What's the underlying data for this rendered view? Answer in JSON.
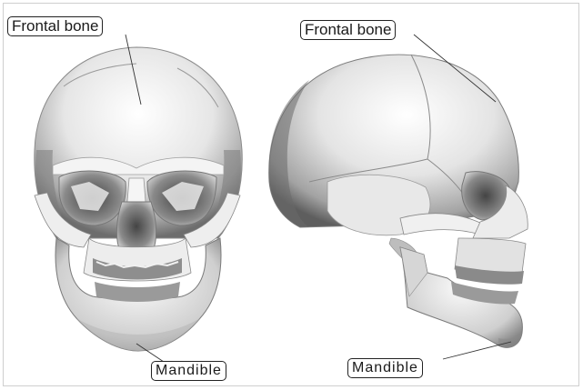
{
  "labels": {
    "front_frontal": "Frontal bone",
    "side_frontal": "Frontal bone",
    "front_mandible": "Mandible",
    "side_mandible": "Mandible"
  },
  "colors": {
    "bone_light": "#f7f7f7",
    "bone_mid": "#d4d4d4",
    "bone_dark": "#6a6a6a",
    "leader_line": "#333333"
  }
}
